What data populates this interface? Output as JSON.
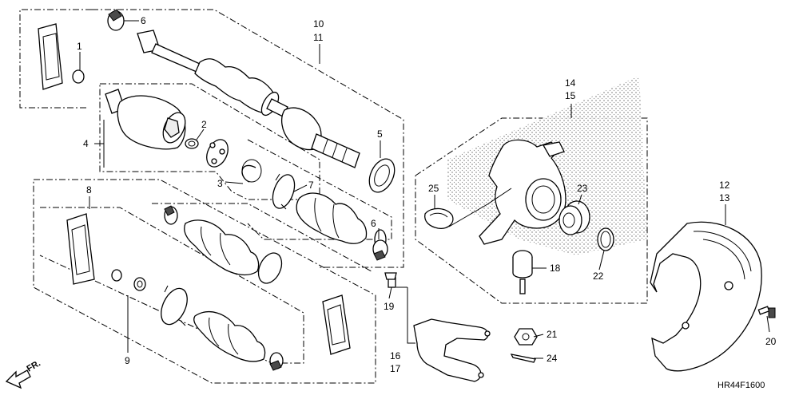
{
  "diagram": {
    "code": "HR44F1600",
    "direction_marker": "FR.",
    "callouts": {
      "c1": "1",
      "c2": "2",
      "c3": "3",
      "c4": "4",
      "c5": "5",
      "c6a": "6",
      "c6b": "6",
      "c7": "7",
      "c8": "8",
      "c9": "9",
      "c10": "10",
      "c11": "11",
      "c12": "12",
      "c13": "13",
      "c14": "14",
      "c15": "15",
      "c16": "16",
      "c17": "17",
      "c18": "18",
      "c19": "19",
      "c20": "20",
      "c21": "21",
      "c22": "22",
      "c23": "23",
      "c24": "24",
      "c25": "25"
    }
  }
}
